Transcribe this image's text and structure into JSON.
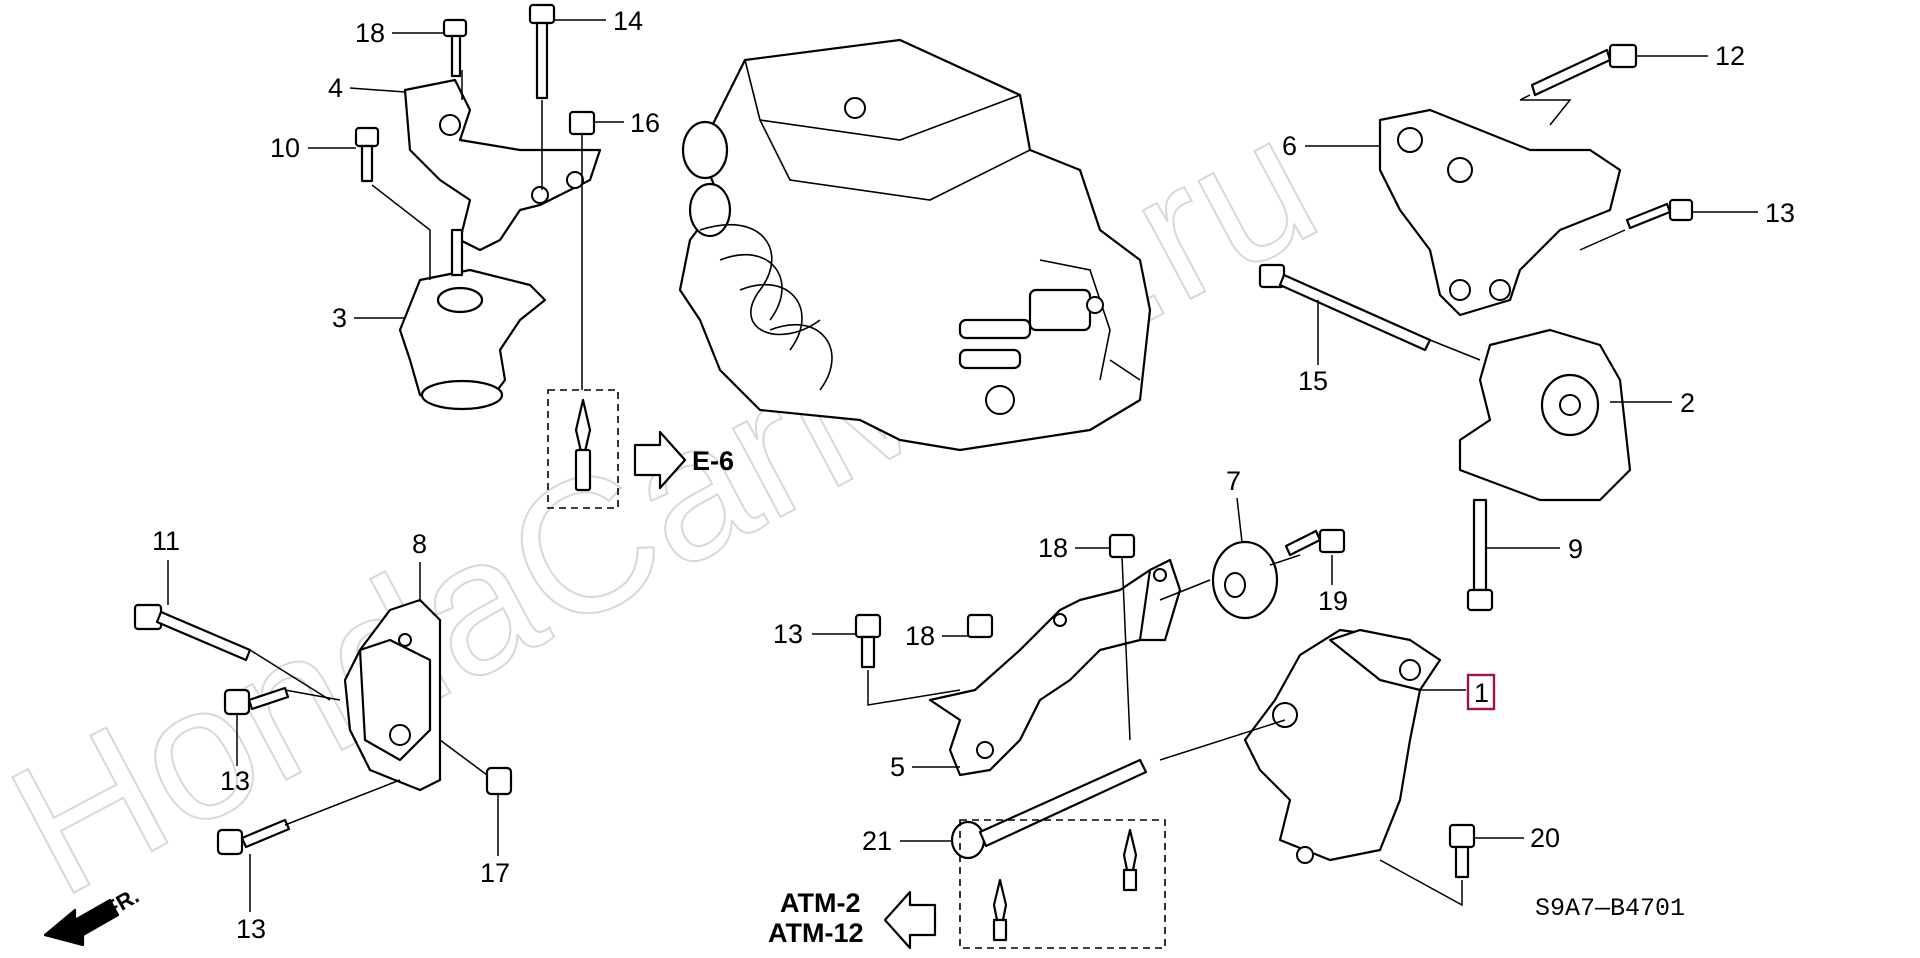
{
  "watermark": "HondaCarMini.ru",
  "diagram_code": "S9A7—B4701",
  "direction_label": "FR.",
  "refs": {
    "e6": "E-6",
    "atm2": "ATM-2",
    "atm12": "ATM-12"
  },
  "callouts": {
    "c1": "1",
    "c2": "2",
    "c3": "3",
    "c4": "4",
    "c5": "5",
    "c6": "6",
    "c7": "7",
    "c8": "8",
    "c9": "9",
    "c10": "10",
    "c11": "11",
    "c12": "12",
    "c13a": "13",
    "c13b": "13",
    "c13c": "13",
    "c13d": "13",
    "c14": "14",
    "c15": "15",
    "c16": "16",
    "c17": "17",
    "c18a": "18",
    "c18b": "18",
    "c18c": "18",
    "c19": "19",
    "c20": "20",
    "c21": "21"
  },
  "highlight_color": "#a0143a"
}
